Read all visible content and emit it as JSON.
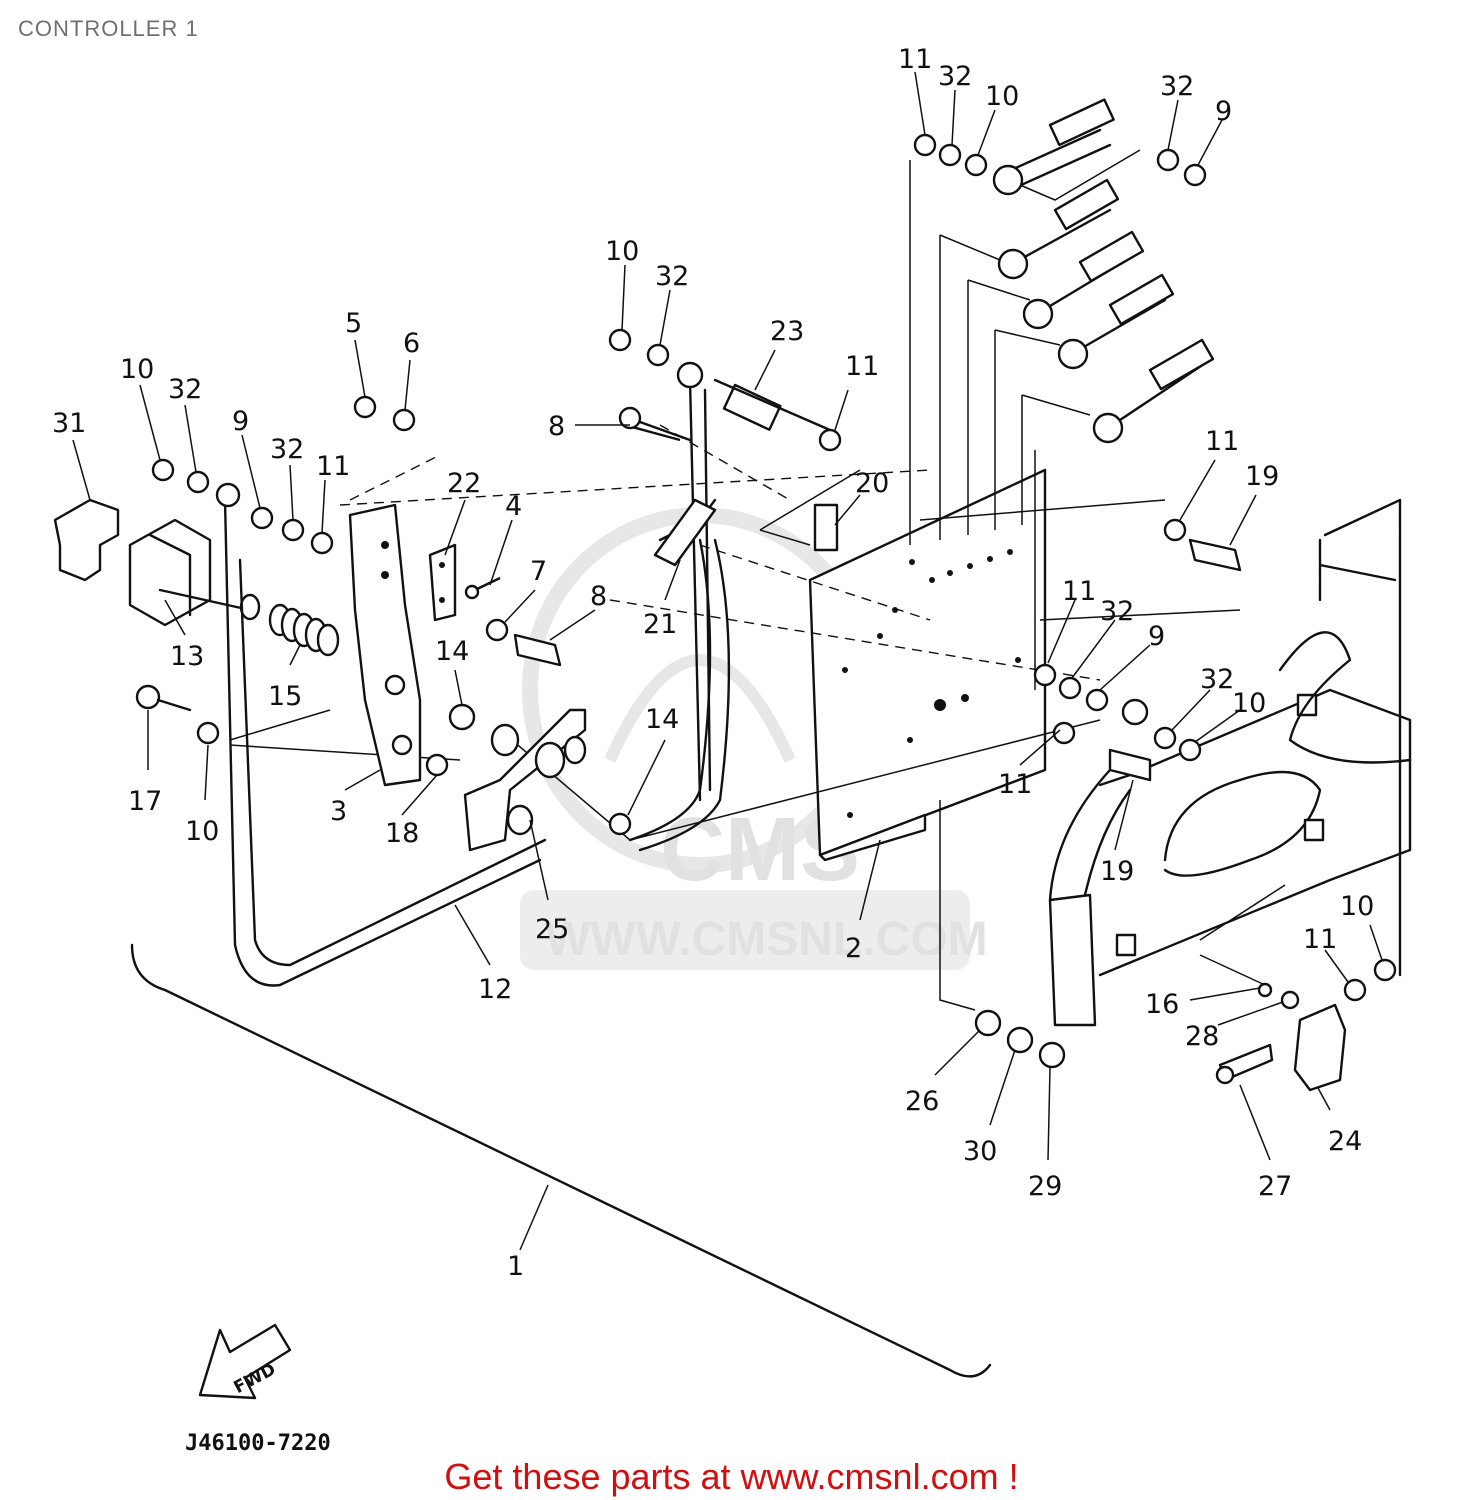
{
  "page": {
    "title": "CONTROLLER 1"
  },
  "diagram": {
    "reference_code": "J46100-7220",
    "fwd_label": "FWD",
    "watermark": {
      "logo_text": "CMS",
      "url_text": "WWW.CMSNL.COM"
    },
    "callouts": [
      {
        "id": "c-11a",
        "label": "11"
      },
      {
        "id": "c-32a",
        "label": "32"
      },
      {
        "id": "c-10a",
        "label": "10"
      },
      {
        "id": "c-32b",
        "label": "32"
      },
      {
        "id": "c-9a",
        "label": "9"
      },
      {
        "id": "c-10b",
        "label": "10"
      },
      {
        "id": "c-32c",
        "label": "32"
      },
      {
        "id": "c-23",
        "label": "23"
      },
      {
        "id": "c-11b",
        "label": "11"
      },
      {
        "id": "c-5",
        "label": "5"
      },
      {
        "id": "c-6",
        "label": "6"
      },
      {
        "id": "c-10c",
        "label": "10"
      },
      {
        "id": "c-32d",
        "label": "32"
      },
      {
        "id": "c-31",
        "label": "31"
      },
      {
        "id": "c-9b",
        "label": "9"
      },
      {
        "id": "c-32e",
        "label": "32"
      },
      {
        "id": "c-11c",
        "label": "11"
      },
      {
        "id": "c-8a",
        "label": "8"
      },
      {
        "id": "c-20",
        "label": "20"
      },
      {
        "id": "c-22",
        "label": "22"
      },
      {
        "id": "c-4",
        "label": "4"
      },
      {
        "id": "c-11d",
        "label": "11"
      },
      {
        "id": "c-19a",
        "label": "19"
      },
      {
        "id": "c-7",
        "label": "7"
      },
      {
        "id": "c-8b",
        "label": "8"
      },
      {
        "id": "c-21",
        "label": "21"
      },
      {
        "id": "c-13",
        "label": "13"
      },
      {
        "id": "c-15",
        "label": "15"
      },
      {
        "id": "c-14a",
        "label": "14"
      },
      {
        "id": "c-11e",
        "label": "11"
      },
      {
        "id": "c-32f",
        "label": "32"
      },
      {
        "id": "c-9c",
        "label": "9"
      },
      {
        "id": "c-32g",
        "label": "32"
      },
      {
        "id": "c-10d",
        "label": "10"
      },
      {
        "id": "c-14b",
        "label": "14"
      },
      {
        "id": "c-17",
        "label": "17"
      },
      {
        "id": "c-10e",
        "label": "10"
      },
      {
        "id": "c-3",
        "label": "3"
      },
      {
        "id": "c-18",
        "label": "18"
      },
      {
        "id": "c-11f",
        "label": "11"
      },
      {
        "id": "c-19b",
        "label": "19"
      },
      {
        "id": "c-25",
        "label": "25"
      },
      {
        "id": "c-2",
        "label": "2"
      },
      {
        "id": "c-12",
        "label": "12"
      },
      {
        "id": "c-10f",
        "label": "10"
      },
      {
        "id": "c-11g",
        "label": "11"
      },
      {
        "id": "c-16",
        "label": "16"
      },
      {
        "id": "c-28",
        "label": "28"
      },
      {
        "id": "c-26",
        "label": "26"
      },
      {
        "id": "c-24",
        "label": "24"
      },
      {
        "id": "c-30",
        "label": "30"
      },
      {
        "id": "c-29",
        "label": "29"
      },
      {
        "id": "c-27",
        "label": "27"
      },
      {
        "id": "c-1",
        "label": "1"
      }
    ]
  },
  "footer": {
    "promo_text": "Get these parts at www.cmsnl.com !"
  }
}
